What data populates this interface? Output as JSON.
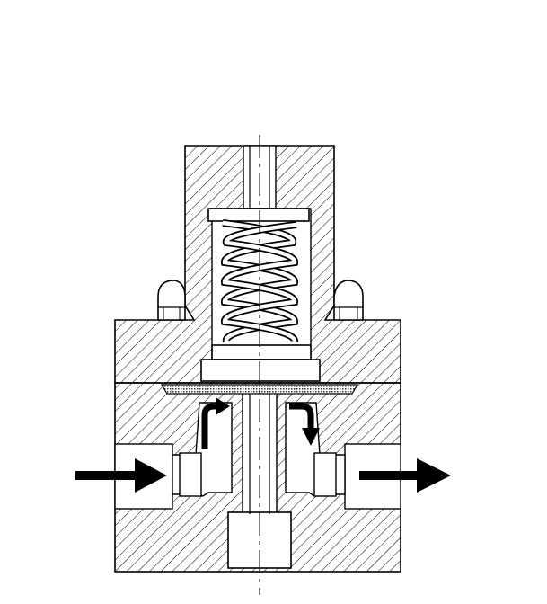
{
  "diagram": {
    "subject": "valve-cross-section",
    "colors": {
      "background": "#ffffff",
      "stroke": "#000000",
      "hatch": "#000000",
      "arrow": "#000000",
      "filter_mesh": "#555555"
    },
    "flow": {
      "inlet_side": "left",
      "outlet_side": "right"
    }
  }
}
